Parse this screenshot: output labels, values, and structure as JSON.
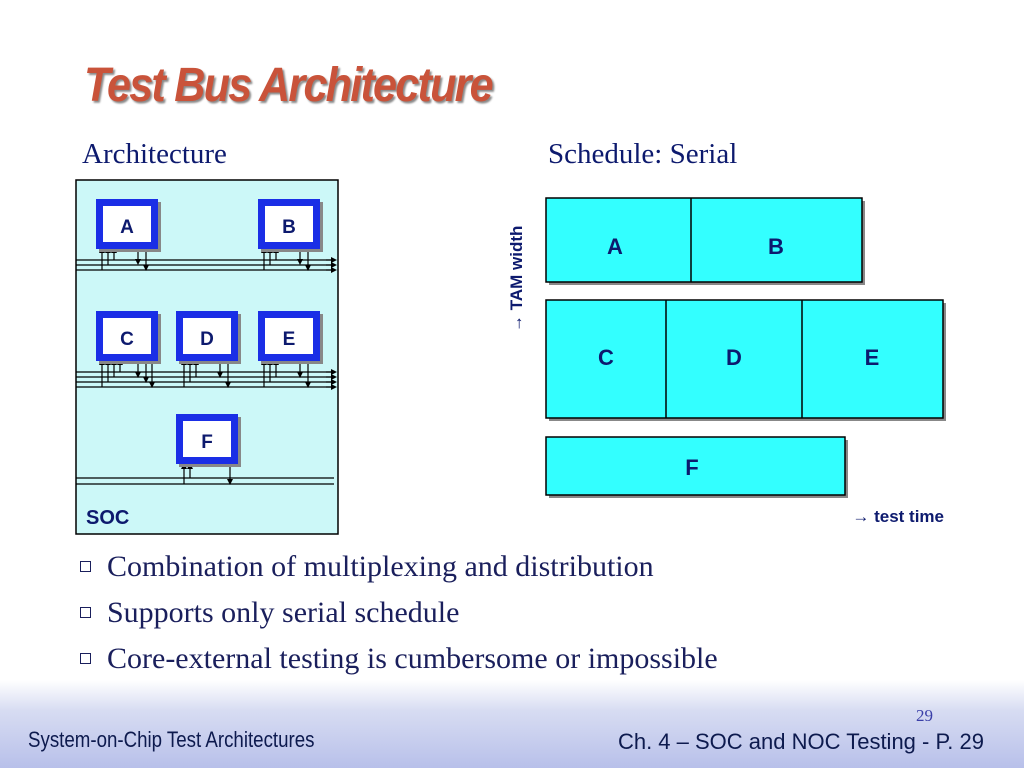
{
  "slide": {
    "title": "Test Bus Architecture",
    "page_number": "29"
  },
  "architecture": {
    "heading": "Architecture",
    "soc_label": "SOC",
    "cores": [
      "A",
      "B",
      "C",
      "D",
      "E",
      "F"
    ]
  },
  "schedule": {
    "heading": "Schedule: Serial",
    "y_axis_label": "→ TAM width",
    "x_axis_label": "→ test time",
    "rows": [
      [
        "A",
        "B"
      ],
      [
        "C",
        "D",
        "E"
      ],
      [
        "F"
      ]
    ]
  },
  "bullets": [
    "Combination of multiplexing and distribution",
    "Supports only serial schedule",
    "Core-external testing is cumbersome or impossible"
  ],
  "footer": {
    "left": "System-on-Chip Test Architectures",
    "right": "Ch. 4 – SOC and NOC Testing - P. 29"
  },
  "colors": {
    "title": "#c9533a",
    "heading": "#0d1a6e",
    "soc_fill": "#ccf8f8",
    "core_border": "#1a2ee6",
    "schedule_fill": "#33ffff"
  }
}
